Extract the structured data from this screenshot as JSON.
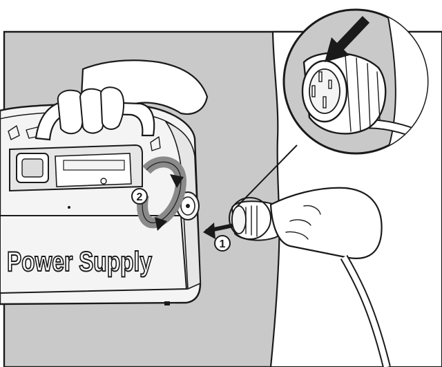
{
  "illustration": {
    "unit_label": "Power Supply",
    "step_1": "1",
    "step_2": "2"
  },
  "colors": {
    "background": "#c9c9c9",
    "unit_body": "#f4f4f4",
    "skin": "#ffffff",
    "ink": "#1a1a1a",
    "panel": "#e6e6e6",
    "rotate_arrow": "#8a8a8a"
  }
}
